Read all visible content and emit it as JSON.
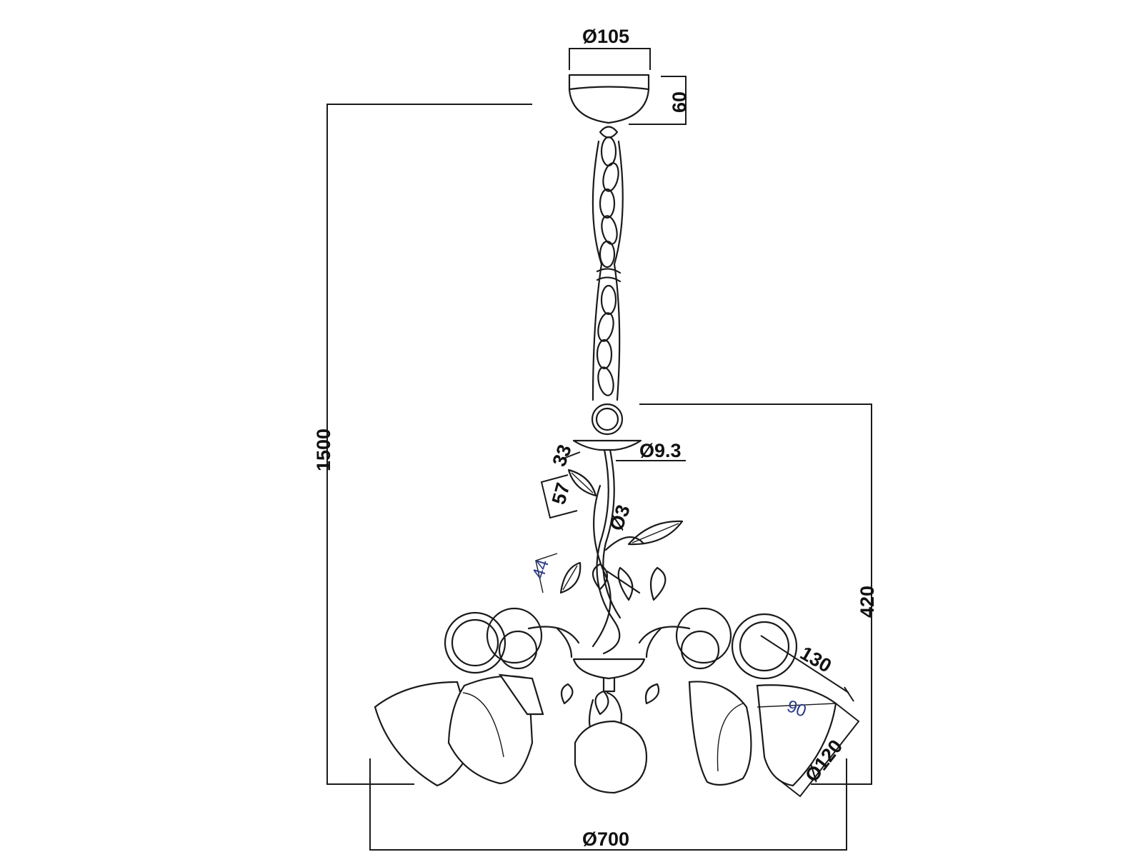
{
  "dimensions": {
    "canopy_diameter": "Ø105",
    "canopy_height": "60",
    "total_height": "1500",
    "rod_diameter": "Ø9.3",
    "leaf_width": "33",
    "leaf_length": "57",
    "stem_diameter": "Ø3",
    "small_leaf": "44",
    "body_height": "420",
    "arm_reach": "130",
    "shade_depth": "90",
    "shade_diameter": "Ø120",
    "overall_diameter": "Ø700"
  },
  "colors": {
    "line": "#1a1a1a",
    "light_dim": "#2a3a8a"
  }
}
